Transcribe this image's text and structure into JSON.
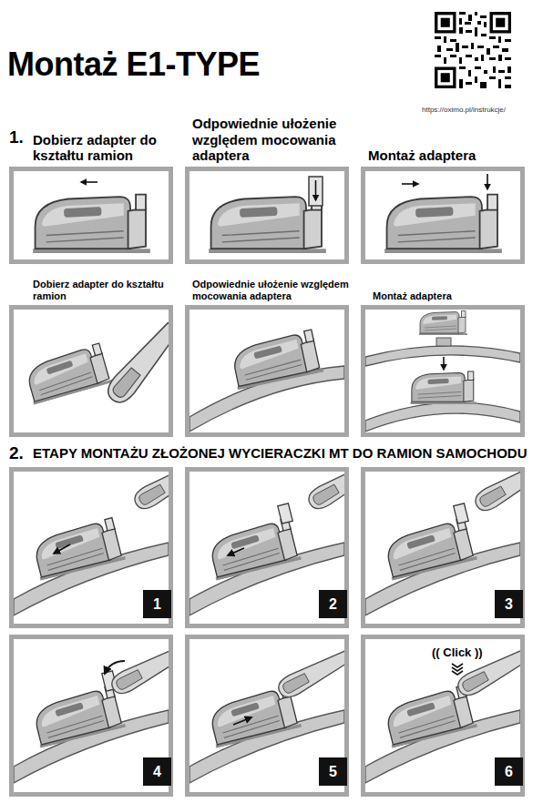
{
  "diagram": {
    "title": "Montaż E1-TYPE",
    "nodes": [
      {
        "text": [
          "Dobierz adapter do kształtu ramion"
        ]
      },
      {
        "text": [
          "Odpowiednie ułożenie względem mocowania adaptera"
        ]
      },
      {
        "text": [
          "Montaż adaptera"
        ]
      },
      {
        "text": [
          "Dobierz adapter do kształtu ramion"
        ]
      },
      {
        "text": [
          "Odpowiednie ułożenie względem mocowania adaptera"
        ]
      },
      {
        "text": [
          "Montaż adaptera"
        ]
      },
      {
        "text": [
          "1"
        ]
      },
      {
        "text": [
          "2"
        ]
      },
      {
        "text": [
          "3"
        ]
      },
      {
        "text": [
          "4"
        ]
      },
      {
        "text": [
          "5"
        ]
      },
      {
        "text": [
          "6"
        ]
      }
    ],
    "labels": [
      "https://oximo.pl/instrukcje/",
      "1.",
      "2.",
      "ETAPY MONTAŻU ZŁOŻONEJ WYCIERACZKI MT DO RAMION SAMOCHODU",
      "(( Click ))"
    ]
  }
}
